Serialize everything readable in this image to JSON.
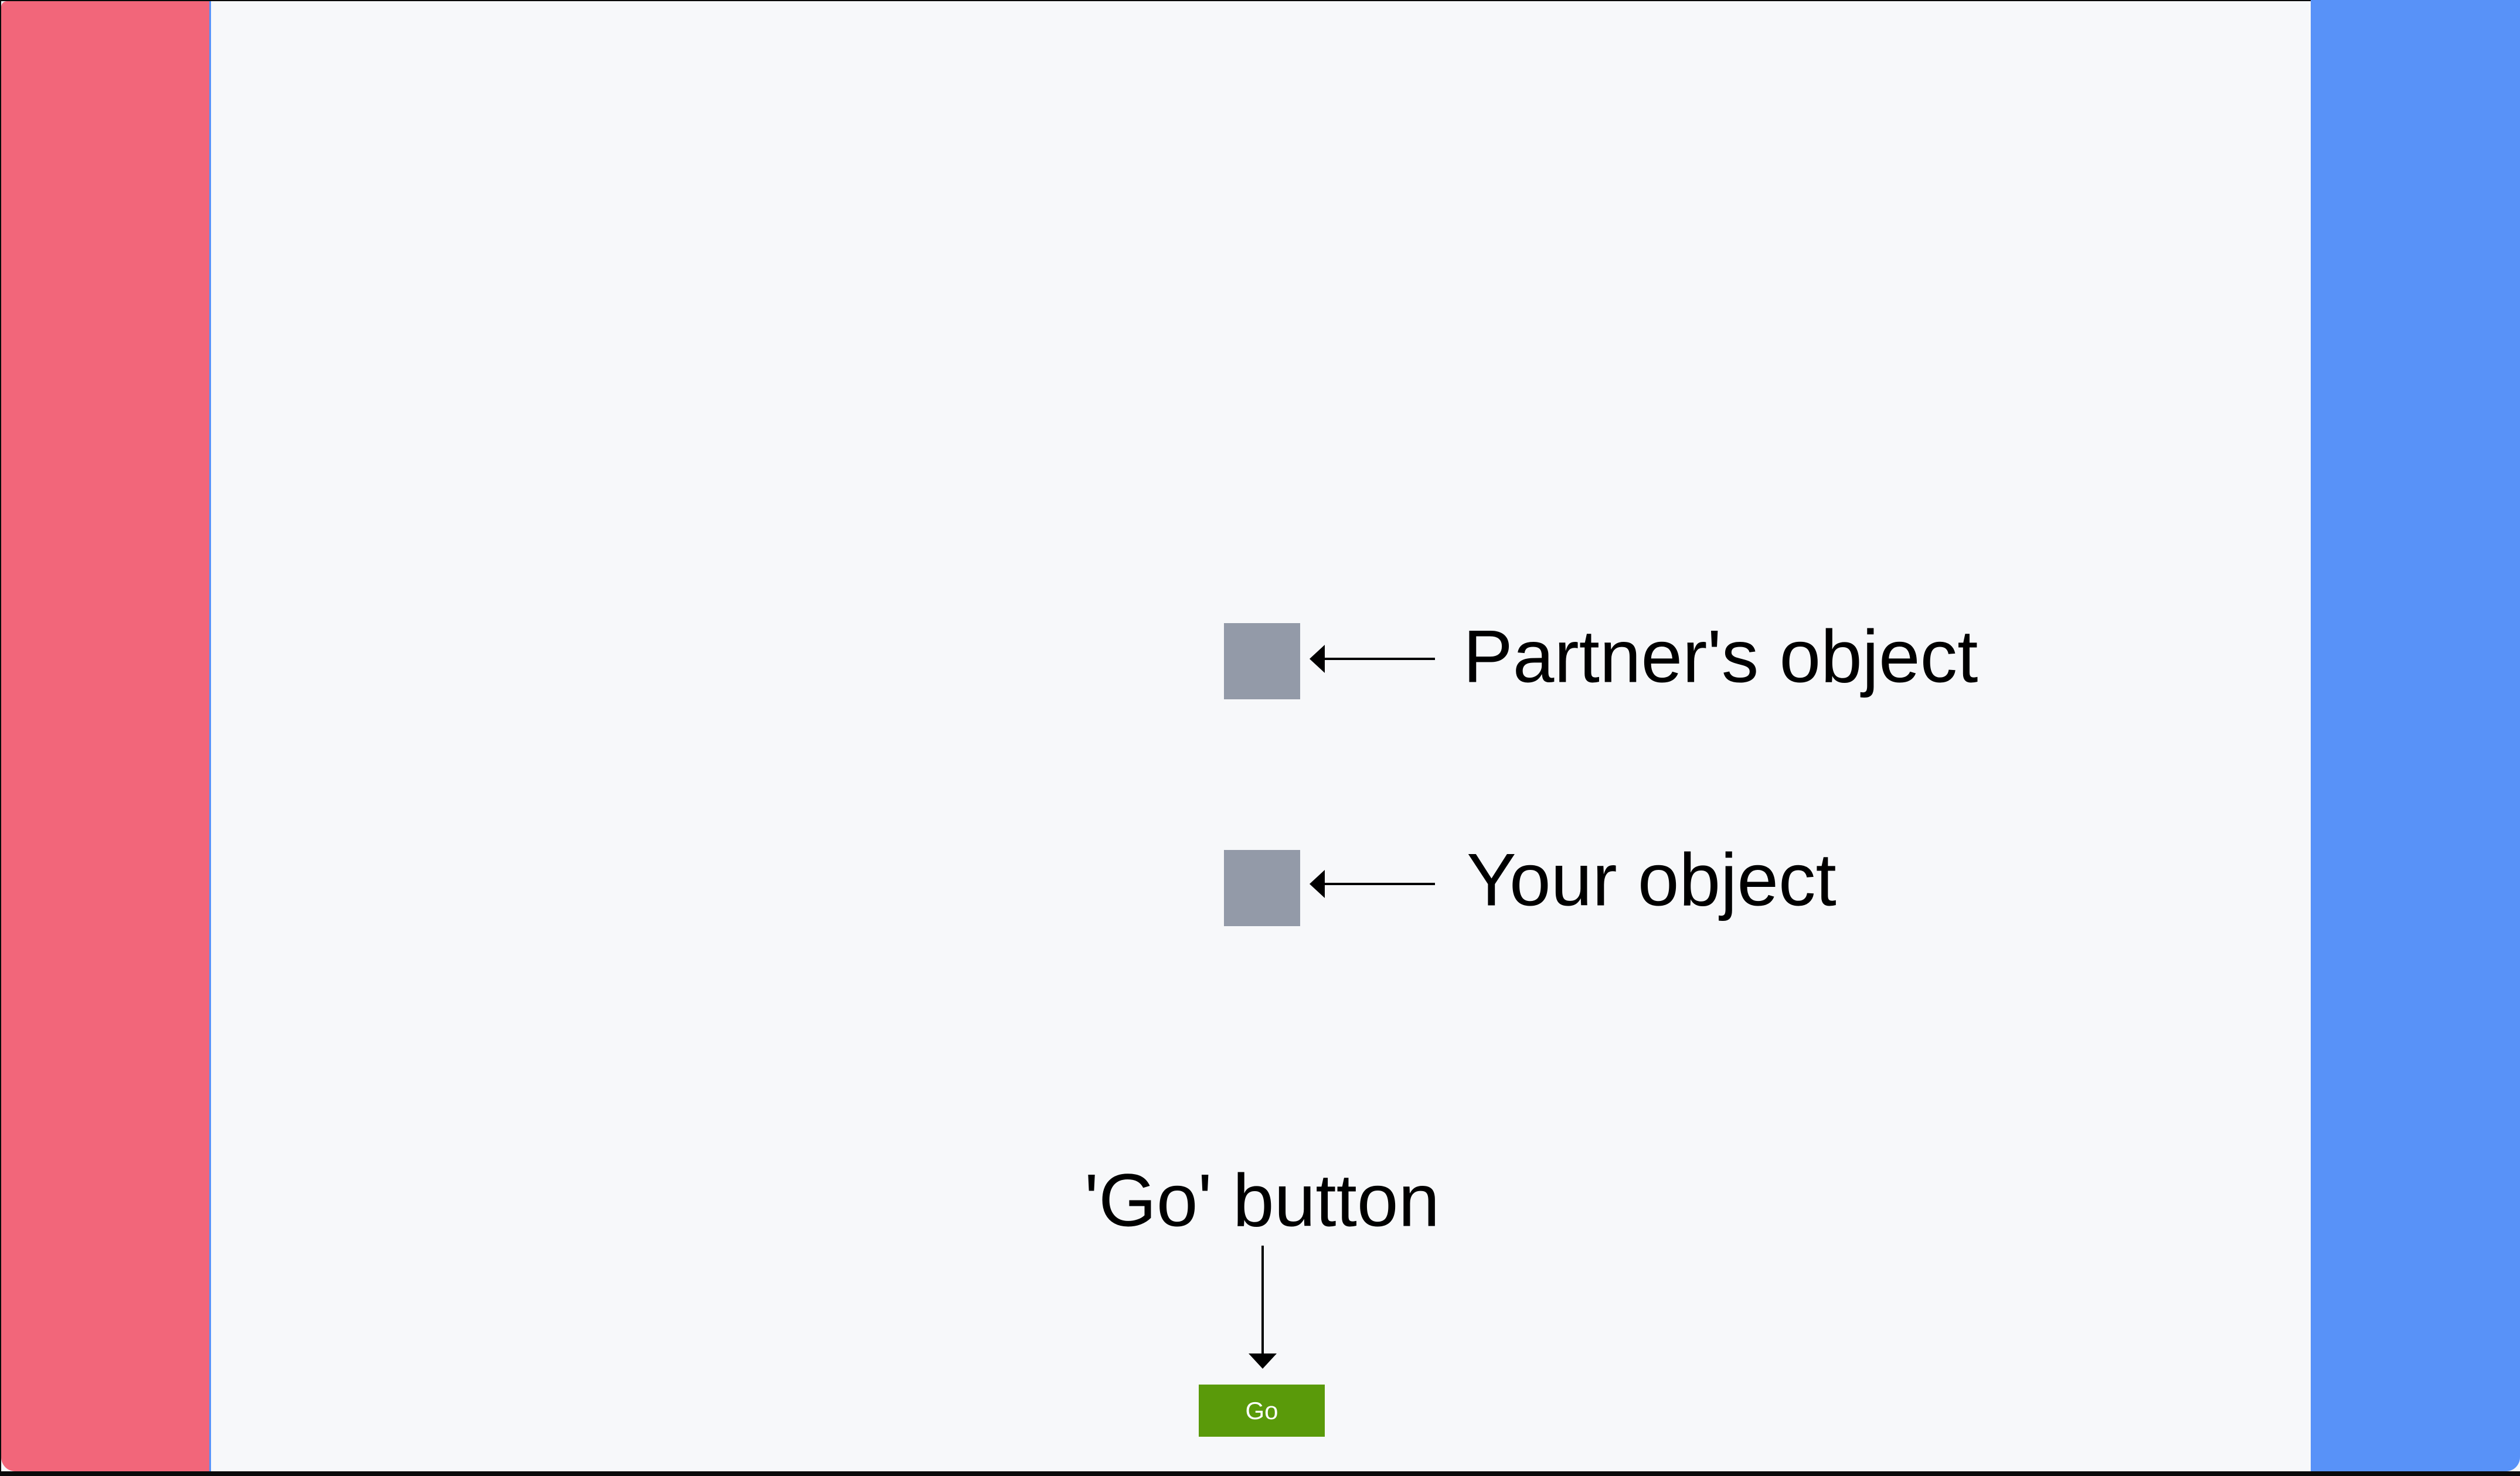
{
  "page": {
    "background_color": "#0a0a0a",
    "stage_color": "#f7f8fa"
  },
  "zones": {
    "left_bar": {
      "color": "#f2667a"
    },
    "divider": {
      "color": "#5892f8"
    },
    "right_bar": {
      "color": "#5892f8"
    }
  },
  "annotations": {
    "partner_object": {
      "label": "Partner's object",
      "square_color": "#939aa8"
    },
    "your_object": {
      "label": "Your object",
      "square_color": "#939aa8"
    },
    "go_caption": {
      "label": "'Go' button"
    }
  },
  "go_button": {
    "label": "Go",
    "background_color": "#5a9a0a",
    "text_color": "#ffffff"
  },
  "arrows": {
    "color": "#000000",
    "left_arrow_icon": "arrow-left",
    "down_arrow_icon": "arrow-down"
  }
}
